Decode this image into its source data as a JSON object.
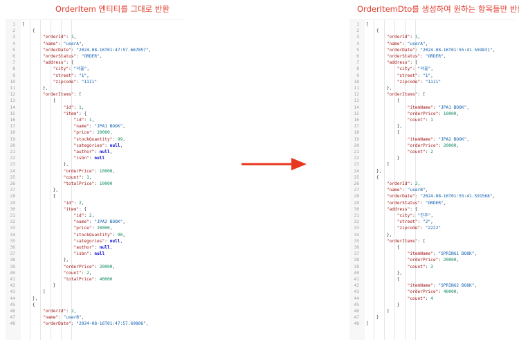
{
  "left_title": "OrderItem 엔티티를 그대로 반환",
  "right_title": "OrderItemDto를 생성하여 원하는 항목들만 반환",
  "colors": {
    "title": "#e23a2a",
    "key": "#a31515",
    "string": "#0b5cad",
    "number": "#098658",
    "keyword": "#0000cc",
    "arrow": "#e8361f"
  },
  "left_lines": [
    "[",
    "  {",
    "    \"orderId\": 1,",
    "    \"name\": \"userA\",",
    "    \"orderDate\": \"2024-08-16T01:47:57.667857\",",
    "    \"orderStatus\": \"ORDER\",",
    "    \"address\": {",
    "      \"city\": \"서울\",",
    "      \"street\": \"1\",",
    "      \"zipcode\": \"1111\"",
    "    },",
    "    \"orderItems\": [",
    "      {",
    "        \"id\": 1,",
    "        \"item\": {",
    "          \"id\": 1,",
    "          \"name\": \"JPA1 BOOK\",",
    "          \"price\": 10000,",
    "          \"stockQuantity\": 99,",
    "          \"categories\": null,",
    "          \"author\": null,",
    "          \"isbn\": null",
    "        },",
    "        \"orderPrice\": 10000,",
    "        \"count\": 1,",
    "        \"totalPrice\": 10000",
    "      },",
    "      {",
    "        \"id\": 2,",
    "        \"item\": {",
    "          \"id\": 2,",
    "          \"name\": \"JPA2 BOOK\",",
    "          \"price\": 20000,",
    "          \"stockQuantity\": 98,",
    "          \"categories\": null,",
    "          \"author\": null,",
    "          \"isbn\": null",
    "        },",
    "        \"orderPrice\": 20000,",
    "        \"count\": 2,",
    "        \"totalPrice\": 40000",
    "      }",
    "    ]",
    "  },",
    "  {",
    "    \"orderId\": 2,",
    "    \"name\": \"userB\",",
    "    \"orderDate\": \"2024-08-16T01:47:57.69806\","
  ],
  "right_lines": [
    "[",
    "  {",
    "    \"orderId\": 1,",
    "    \"name\": \"userA\",",
    "    \"orderDate\": \"2024-08-16T01:55:41.559831\",",
    "    \"orderStatus\": \"ORDER\",",
    "    \"address\": {",
    "      \"city\": \"서울\",",
    "      \"street\": \"1\",",
    "      \"zipcode\": \"1111\"",
    "    },",
    "    \"orderItems\": [",
    "      {",
    "        \"itemName\": \"JPA1 BOOK\",",
    "        \"orderPrice\": 10000,",
    "        \"count\": 1",
    "      },",
    "      {",
    "        \"itemName\": \"JPA2 BOOK\",",
    "        \"orderPrice\": 20000,",
    "        \"count\": 2",
    "      }",
    "    ]",
    "  },",
    "  {",
    "    \"orderId\": 2,",
    "    \"name\": \"userB\",",
    "    \"orderDate\": \"2024-08-16T01:55:41.591568\",",
    "    \"orderStatus\": \"ORDER\",",
    "    \"address\": {",
    "      \"city\": \"진주\",",
    "      \"street\": \"2\",",
    "      \"zipcode\": \"2222\"",
    "    },",
    "    \"orderItems\": [",
    "      {",
    "        \"itemName\": \"SPRING1 BOOK\",",
    "        \"orderPrice\": 20000,",
    "        \"count\": 3",
    "      },",
    "      {",
    "        \"itemName\": \"SPRING2 BOOK\",",
    "        \"orderPrice\": 40000,",
    "        \"count\": 4",
    "      }",
    "    ]",
    "  }",
    "]"
  ]
}
